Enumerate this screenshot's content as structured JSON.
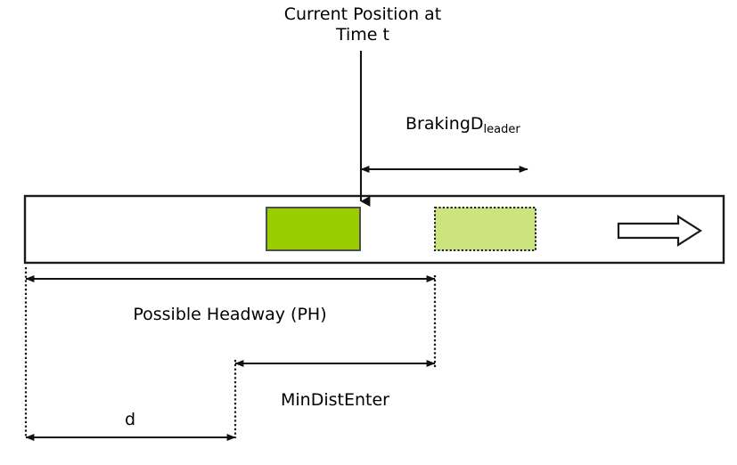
{
  "diagram": {
    "title_line1": "Current Position at",
    "title_line2": "Time t",
    "braking_main": "BrakingD",
    "braking_sub": "leader",
    "possible_headway_label": "Possible Headway (PH)",
    "min_dist_enter_label": "MinDistEnter",
    "d_label": "d"
  },
  "colors": {
    "leader_vehicle_fill": "#9ACD00",
    "follower_vehicle_fill": "#CBE47E",
    "stroke": "#1A1A1A",
    "background": "#FFFFFF"
  },
  "elements": {
    "road_name": "roadway-lane",
    "leader_vehicle_name": "leader-vehicle-current",
    "follower_vehicle_name": "projected-vehicle-position",
    "direction_arrow_name": "travel-direction-arrow",
    "position_pointer_name": "current-position-pointer"
  }
}
